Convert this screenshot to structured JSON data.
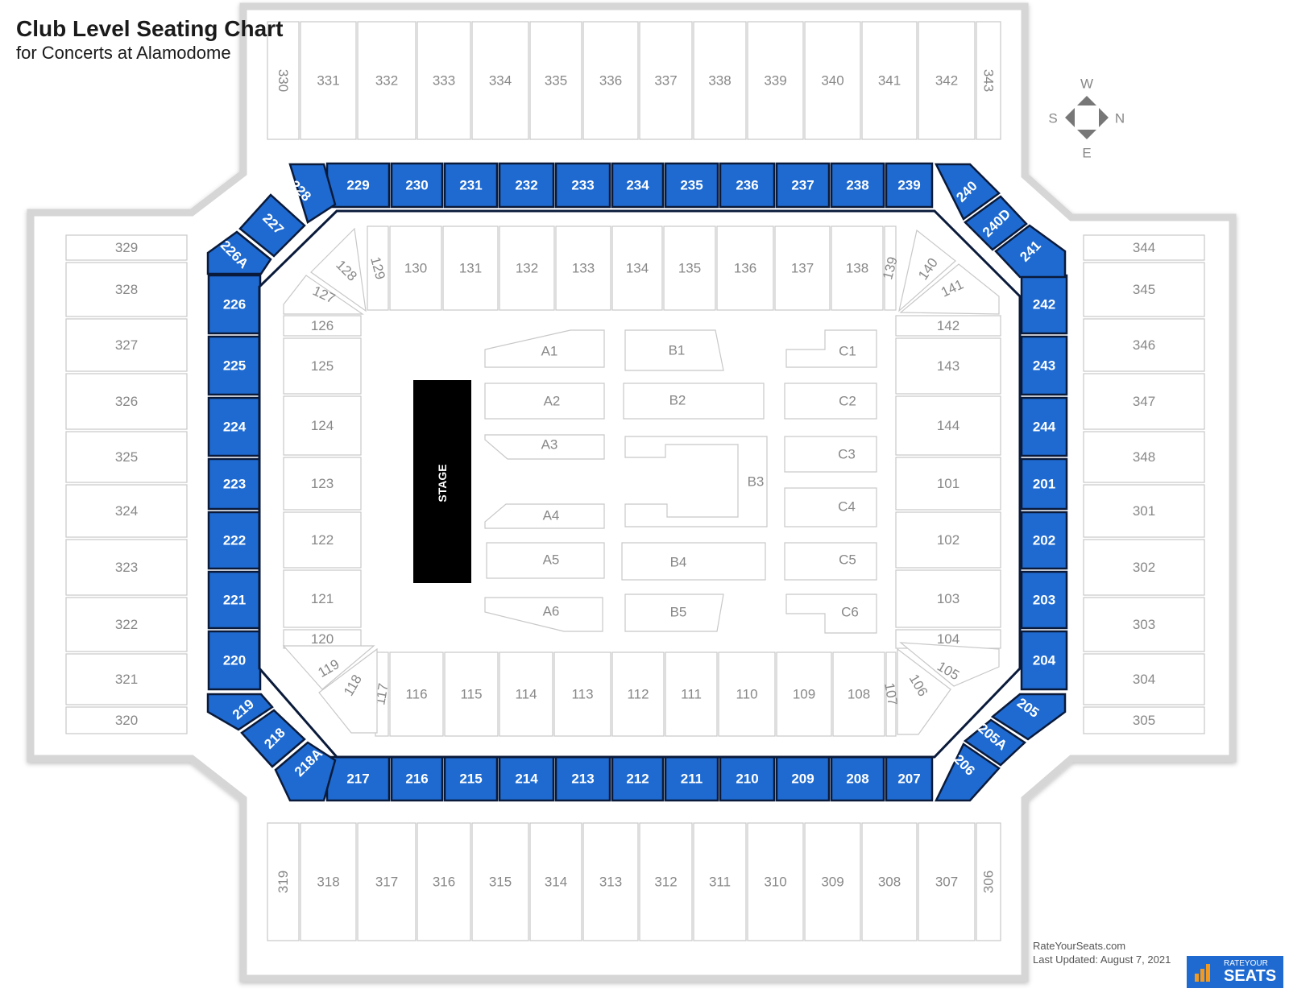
{
  "title": "Club Level Seating Chart",
  "subtitle": "for Concerts at Alamodome",
  "compass": {
    "w": "W",
    "s": "S",
    "n": "N",
    "e": "E"
  },
  "stage_label": "STAGE",
  "footer": {
    "site": "RateYourSeats.com",
    "updated": "Last Updated: August 7, 2021"
  },
  "logo": {
    "small": "RATEYOUR",
    "big": "SEATS"
  },
  "colors": {
    "club": "#1e6ad0",
    "club_border": "#0a1a3a",
    "stage": "#000000",
    "section_border": "#c8c8c8",
    "label": "#888888"
  },
  "upper": {
    "top": [
      "330",
      "331",
      "332",
      "333",
      "334",
      "335",
      "336",
      "337",
      "338",
      "339",
      "340",
      "341",
      "342",
      "343"
    ],
    "bottom": [
      "319",
      "318",
      "317",
      "316",
      "315",
      "314",
      "313",
      "312",
      "311",
      "310",
      "309",
      "308",
      "307",
      "306"
    ],
    "left": [
      "329",
      "328",
      "327",
      "326",
      "325",
      "324",
      "323",
      "322",
      "321",
      "320"
    ],
    "right": [
      "344",
      "345",
      "346",
      "347",
      "348",
      "301",
      "302",
      "303",
      "304",
      "305"
    ]
  },
  "club": {
    "top": [
      "229",
      "230",
      "231",
      "232",
      "233",
      "234",
      "235",
      "236",
      "237",
      "238",
      "239"
    ],
    "bottom": [
      "217",
      "216",
      "215",
      "214",
      "213",
      "212",
      "211",
      "210",
      "209",
      "208",
      "207"
    ],
    "left": [
      "226",
      "225",
      "224",
      "223",
      "222",
      "221",
      "220"
    ],
    "right": [
      "242",
      "243",
      "244",
      "201",
      "202",
      "203",
      "204"
    ],
    "corners": [
      "240",
      "240D",
      "241",
      "205",
      "205A",
      "206",
      "228",
      "227",
      "226A",
      "219",
      "218",
      "218A"
    ]
  },
  "lower": {
    "top": [
      "129",
      "130",
      "131",
      "132",
      "133",
      "134",
      "135",
      "136",
      "137",
      "138",
      "139"
    ],
    "bottom": [
      "117",
      "116",
      "115",
      "114",
      "113",
      "112",
      "111",
      "110",
      "109",
      "108",
      "107"
    ],
    "left": [
      "126",
      "125",
      "124",
      "123",
      "122",
      "121",
      "120"
    ],
    "right": [
      "142",
      "143",
      "144",
      "101",
      "102",
      "103",
      "104"
    ],
    "corners": [
      "128",
      "127",
      "140",
      "141",
      "119",
      "118",
      "106",
      "105"
    ]
  },
  "floor": [
    "A1",
    "A2",
    "A3",
    "A4",
    "A5",
    "A6",
    "B1",
    "B2",
    "B3",
    "B4",
    "B5",
    "C1",
    "C2",
    "C3",
    "C4",
    "C5",
    "C6"
  ]
}
